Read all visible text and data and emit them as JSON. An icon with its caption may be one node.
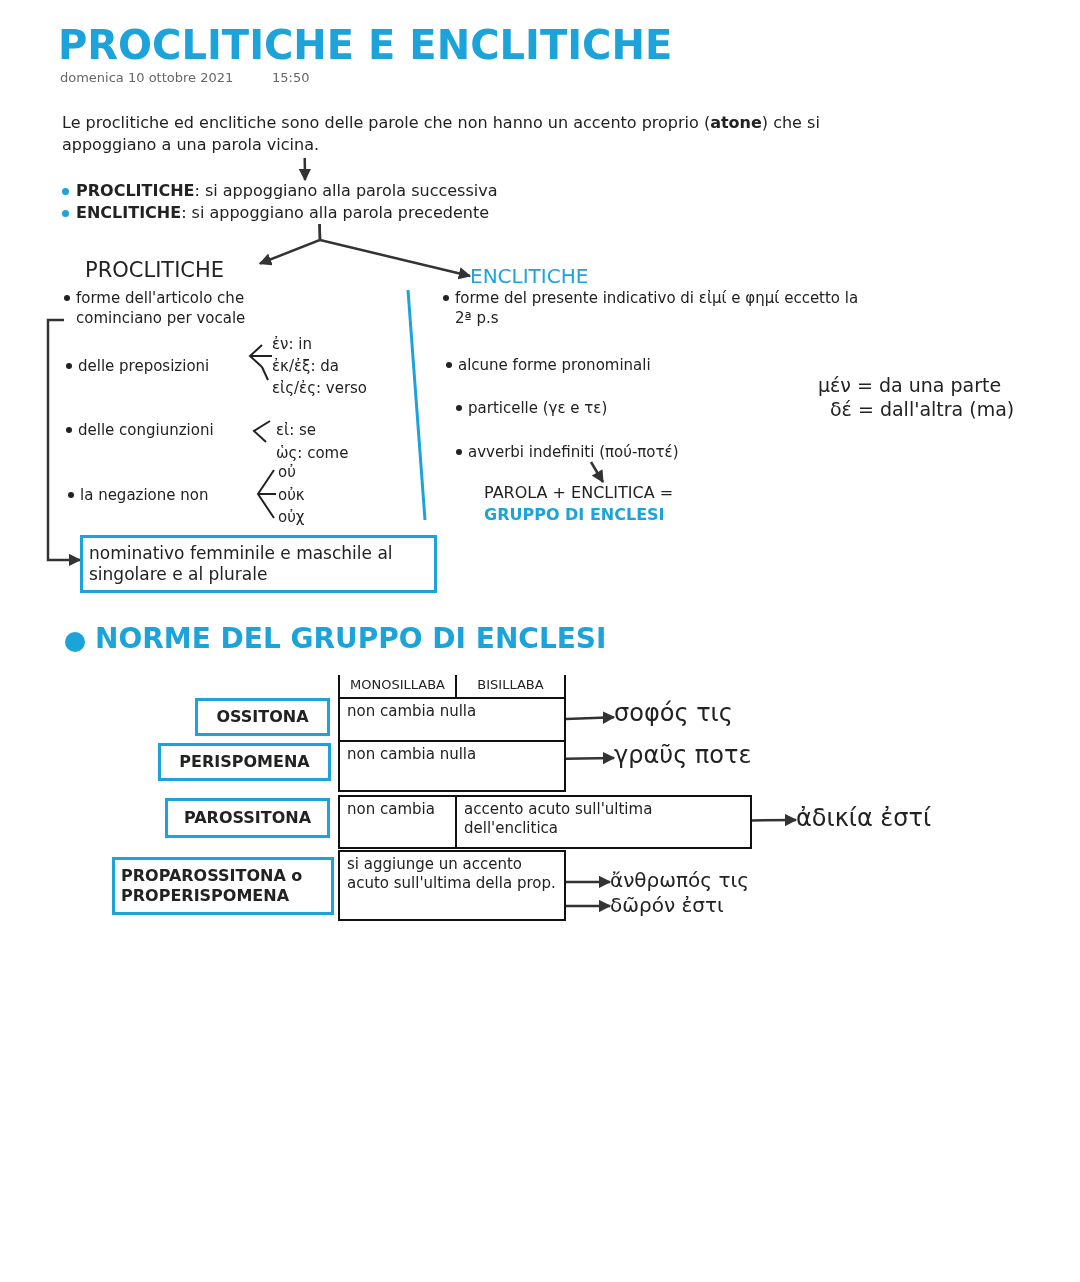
{
  "diagram": {
    "title": "PROCLITICHE E ENCLITICHE",
    "nodes": [
      {
        "text": [
          "Le proclitiche ed enclitiche sono delle parole che non hanno un accento proprio (**atone**) che si appoggiano a una parola vicina."
        ]
      },
      {
        "text": [
          "**PROCLITICHE**: si appoggiano alla parola successiva",
          "**ENCLITICHE**: si appoggiano alla parola precedente"
        ]
      },
      {
        "text": [
          "PROCLITICHE"
        ]
      },
      {
        "text": [
          "forme dell'articolo che cominciano per vocale"
        ]
      },
      {
        "text": [
          "ENCLITICHE"
        ]
      },
      {
        "text": [
          "nominativo femminile e maschile al singolare e al plurale"
        ]
      },
      {
        "text": [
          "avverbi indefiniti (πού-ποτέ)"
        ]
      },
      {
        "text": [
          "PAROLA + ENCLITICA =",
          "GRUPPO DI ENCLESI"
        ]
      },
      {
        "text": [
          "OSSITONA"
        ]
      },
      {
        "text": [
          "PERISPOMENA"
        ]
      },
      {
        "text": [
          "PAROSSITONA"
        ]
      },
      {
        "text": [
          "PROPAROSSITONA o PROPERISPOMENA"
        ]
      },
      {
        "text": [
          "non cambia nulla"
        ]
      },
      {
        "text": [
          "non cambia nulla"
        ]
      },
      {
        "text": [
          "non cambia"
        ]
      },
      {
        "text": [
          "accento acuto sull'ultima dell'enclitica"
        ]
      },
      {
        "text": [
          "si aggiunge un accento acuto sull'ultima della prop."
        ]
      },
      {
        "text": [
          "σοφός τις"
        ]
      },
      {
        "text": [
          "γραῦς ποτε"
        ]
      },
      {
        "text": [
          "ἀδικία ἐστί"
        ]
      },
      {
        "text": [
          "ἄνθρωπός τις"
        ]
      },
      {
        "text": [
          "δῶρόν ἐστι"
        ]
      }
    ],
    "edges": [
      {
        "from": 0,
        "to": 1,
        "arrow": "to"
      },
      {
        "from": 1,
        "to": 2,
        "arrow": "to"
      },
      {
        "from": 1,
        "to": 4,
        "arrow": "to"
      },
      {
        "from": 3,
        "to": 5,
        "arrow": "to"
      },
      {
        "from": 6,
        "to": 7,
        "arrow": "to"
      },
      {
        "from": 12,
        "to": 17,
        "arrow": "to"
      },
      {
        "from": 13,
        "to": 18,
        "arrow": "to"
      },
      {
        "from": 15,
        "to": 19,
        "arrow": "to"
      },
      {
        "from": 16,
        "to": 20,
        "arrow": "to"
      },
      {
        "from": 16,
        "to": 21,
        "arrow": "to"
      }
    ],
    "labels": [
      "domenica 10 ottobre 2021",
      "15:50",
      "delle preposizioni",
      "ἐν: in",
      "ἐκ/ἐξ: da",
      "εἰς/ἐς: verso",
      "delle congiunzioni",
      "εἰ: se",
      "ὡς: come",
      "la negazione non",
      "οὐ",
      "οὐκ",
      "οὐχ",
      "forme del presente indicativo di εἰμί e φημί eccetto la 2ª p.s",
      "alcune forme pronominali",
      "particelle (γε e τε)",
      "μέν = da una parte",
      "δέ = dall'altra (ma)",
      "NORME DEL GRUPPO DI ENCLESI",
      "MONOSILLABA",
      "BISILLABA"
    ]
  }
}
